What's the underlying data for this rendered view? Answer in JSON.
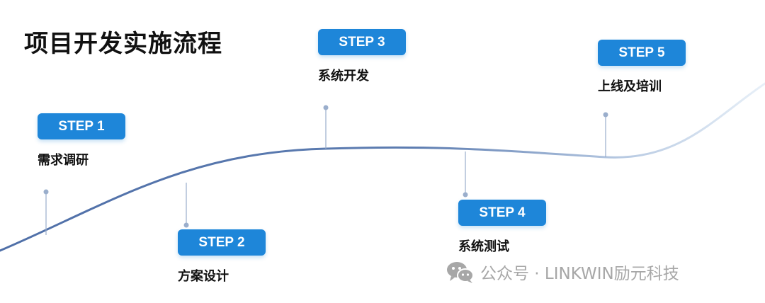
{
  "title": "项目开发实施流程",
  "steps": [
    {
      "badge": "STEP 1",
      "label": "需求调研"
    },
    {
      "badge": "STEP 2",
      "label": "方案设计"
    },
    {
      "badge": "STEP 3",
      "label": "系统开发"
    },
    {
      "badge": "STEP 4",
      "label": "系统测试"
    },
    {
      "badge": "STEP 5",
      "label": "上线及培训"
    }
  ],
  "watermark": {
    "text": "公众号 · LINKWIN励元科技",
    "icon": "wechat-icon"
  },
  "colors": {
    "badge": "#1e86d9",
    "curve": "#4f6fa8",
    "curve_end": "#e8f0f8",
    "connector": "#9aaecc",
    "text": "#111111",
    "watermark": "#a7a7a7"
  }
}
